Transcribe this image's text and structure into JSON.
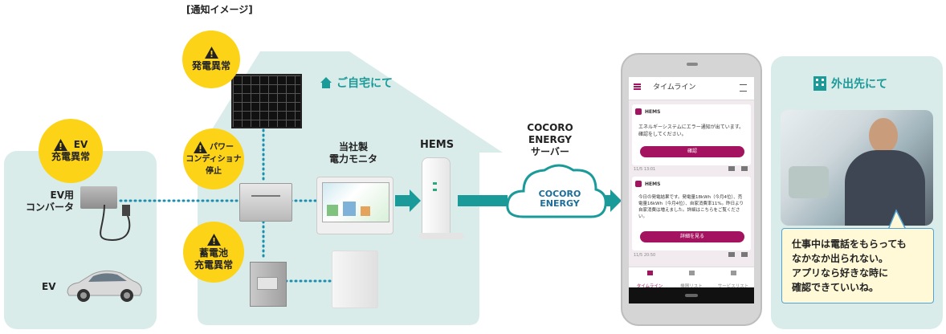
{
  "header": {
    "title": "[通知イメージ]"
  },
  "ev_area": {
    "alert": [
      "EV",
      "充電異常"
    ],
    "converter_label": [
      "EV用",
      "コンバータ"
    ],
    "ev_label": "EV"
  },
  "home": {
    "title": "ご自宅にて"
  },
  "alerts": {
    "solar": "発電異常",
    "power_conditioner": [
      "パワー",
      "コンディショナ",
      "停止"
    ],
    "battery": [
      "蓄電池",
      "充電異常"
    ]
  },
  "monitor": {
    "label": [
      "当社製",
      "電力モニタ"
    ]
  },
  "hems": {
    "label": "HEMS"
  },
  "server": {
    "label": [
      "COCORO",
      "ENERGY",
      "サーバー"
    ],
    "cloud_text": [
      "COCORO",
      "ENERGY"
    ]
  },
  "phone": {
    "app_title": "タイムライン",
    "cards": [
      {
        "sender": "HEMS",
        "body": "エネルギーシステムにエラー通知が出ています。確認をしてください。",
        "button": "確認",
        "time": "11/5 13:01"
      },
      {
        "sender": "HEMS",
        "body": "今日の発電結果です。発電量18kWh（今月4位）、売電量16kWh（今月4位）、自家消費率11%。昨日より自家消費は増えました。詳細はこちらをご覧ください。",
        "button": "詳細を見る",
        "time": "11/5 20:50"
      }
    ],
    "tabs": [
      "タイムライン",
      "機器リスト",
      "サービスリスト"
    ]
  },
  "outside": {
    "title": "外出先にて",
    "speech": [
      "仕事中は電話をもらっても",
      "なかなか出られない。",
      "アプリなら好きな時に",
      "確認できていいね。"
    ]
  },
  "colors": {
    "panel": "#d9ecea",
    "teal": "#1a9a98",
    "alert": "#fcd316",
    "app_accent": "#a4135f",
    "speech_border": "#4fa3d6"
  }
}
